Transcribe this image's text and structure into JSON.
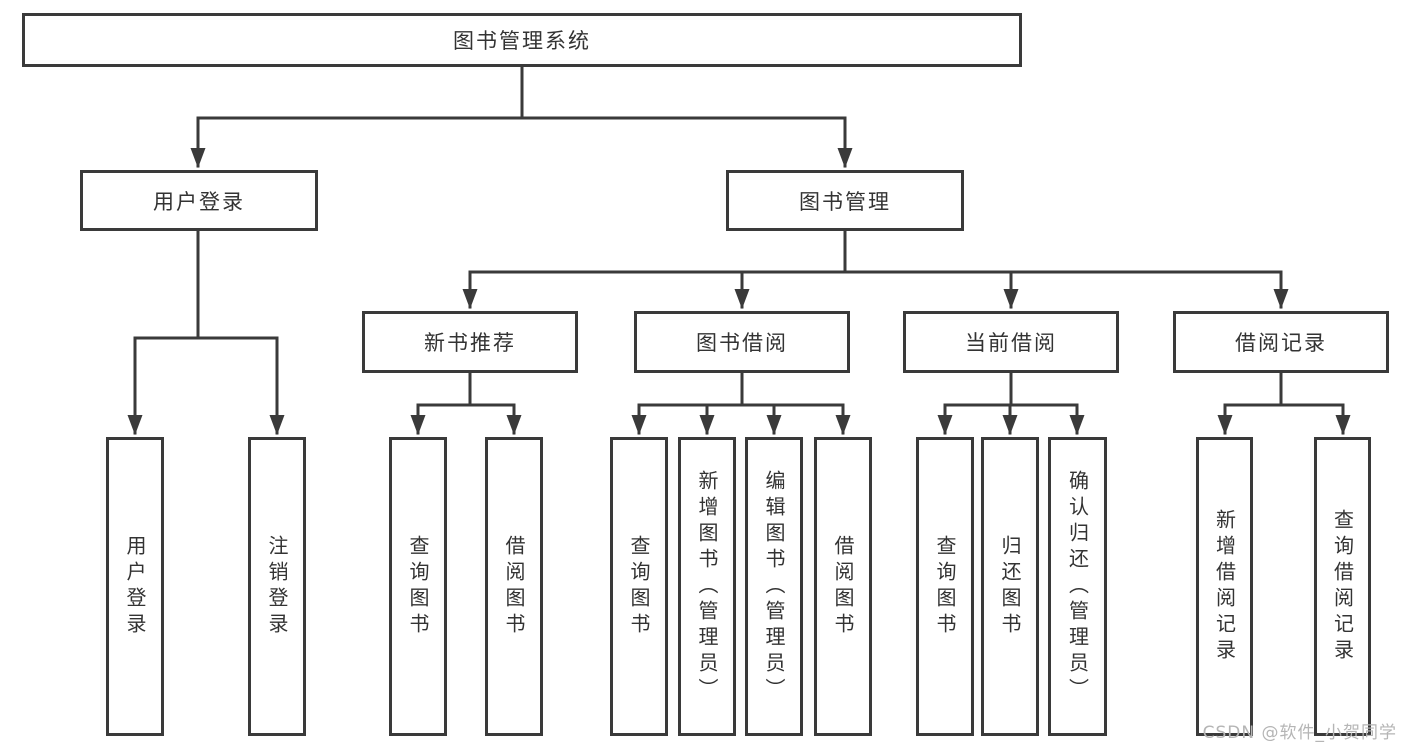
{
  "diagram": {
    "root": {
      "label": "图书管理系统"
    },
    "level2": [
      {
        "label": "用户登录"
      },
      {
        "label": "图书管理"
      }
    ],
    "level3": [
      {
        "label": "新书推荐"
      },
      {
        "label": "图书借阅"
      },
      {
        "label": "当前借阅"
      },
      {
        "label": "借阅记录"
      }
    ],
    "leaves": [
      {
        "label": "用户登录"
      },
      {
        "label": "注销登录"
      },
      {
        "label": "查询图书"
      },
      {
        "label": "借阅图书"
      },
      {
        "label": "查询图书"
      },
      {
        "label": "新增图书（管理员）"
      },
      {
        "label": "编辑图书（管理员）"
      },
      {
        "label": "借阅图书"
      },
      {
        "label": "查询图书"
      },
      {
        "label": "归还图书"
      },
      {
        "label": "确认归还（管理员）"
      },
      {
        "label": "新增借阅记录"
      },
      {
        "label": "查询借阅记录"
      }
    ],
    "line_color": "#3a3a3a"
  },
  "watermark": {
    "text": "CSDN @软件_小贺同学"
  }
}
